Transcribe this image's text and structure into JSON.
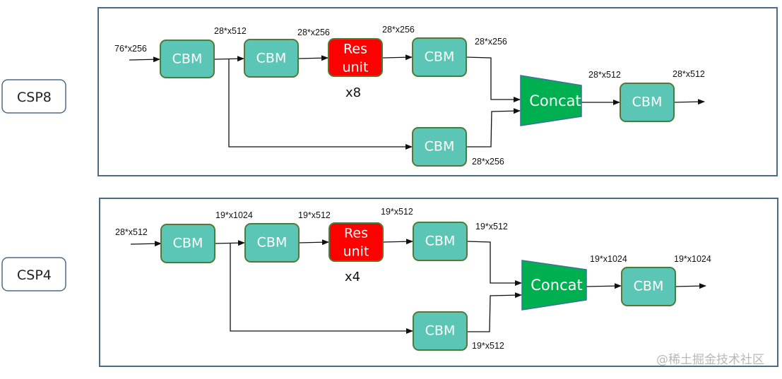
{
  "colors": {
    "frame": "#4a6b8a",
    "cbm_fill": "#5cc6b6",
    "cbm_stroke": "#4f7a3a",
    "res_fill": "#ff0000",
    "concat_fill": "#00b050",
    "text_on_node": "#ffffff"
  },
  "blocks": [
    {
      "id": "csp8",
      "name": "CSP8",
      "input_dim": "76*x256",
      "after_cbm1_dim": "28*x512",
      "after_cbm2_dim": "28*x256",
      "after_res_dim": "28*x256",
      "after_cbm3_dim": "28*x256",
      "branch_cbm_dim": "28*x256",
      "concat_out_dim": "28*x512",
      "output_dim": "28*x512",
      "repeat": "x8",
      "nodes": {
        "cbm1": "CBM",
        "cbm2": "CBM",
        "res_line1": "Res",
        "res_line2": "unit",
        "cbm3": "CBM",
        "cbm_branch": "CBM",
        "concat": "Concat",
        "cbm_out": "CBM"
      }
    },
    {
      "id": "csp4",
      "name": "CSP4",
      "input_dim": "28*x512",
      "after_cbm1_dim": "19*x1024",
      "after_cbm2_dim": "19*x512",
      "after_res_dim": "19*x512",
      "after_cbm3_dim": "19*x512",
      "branch_cbm_dim": "19*x512",
      "concat_out_dim": "19*x1024",
      "output_dim": "19*x1024",
      "repeat": "x4",
      "nodes": {
        "cbm1": "CBM",
        "cbm2": "CBM",
        "res_line1": "Res",
        "res_line2": "unit",
        "cbm3": "CBM",
        "cbm_branch": "CBM",
        "concat": "Concat",
        "cbm_out": "CBM"
      }
    }
  ],
  "watermark": "@稀土掘金技术社区"
}
